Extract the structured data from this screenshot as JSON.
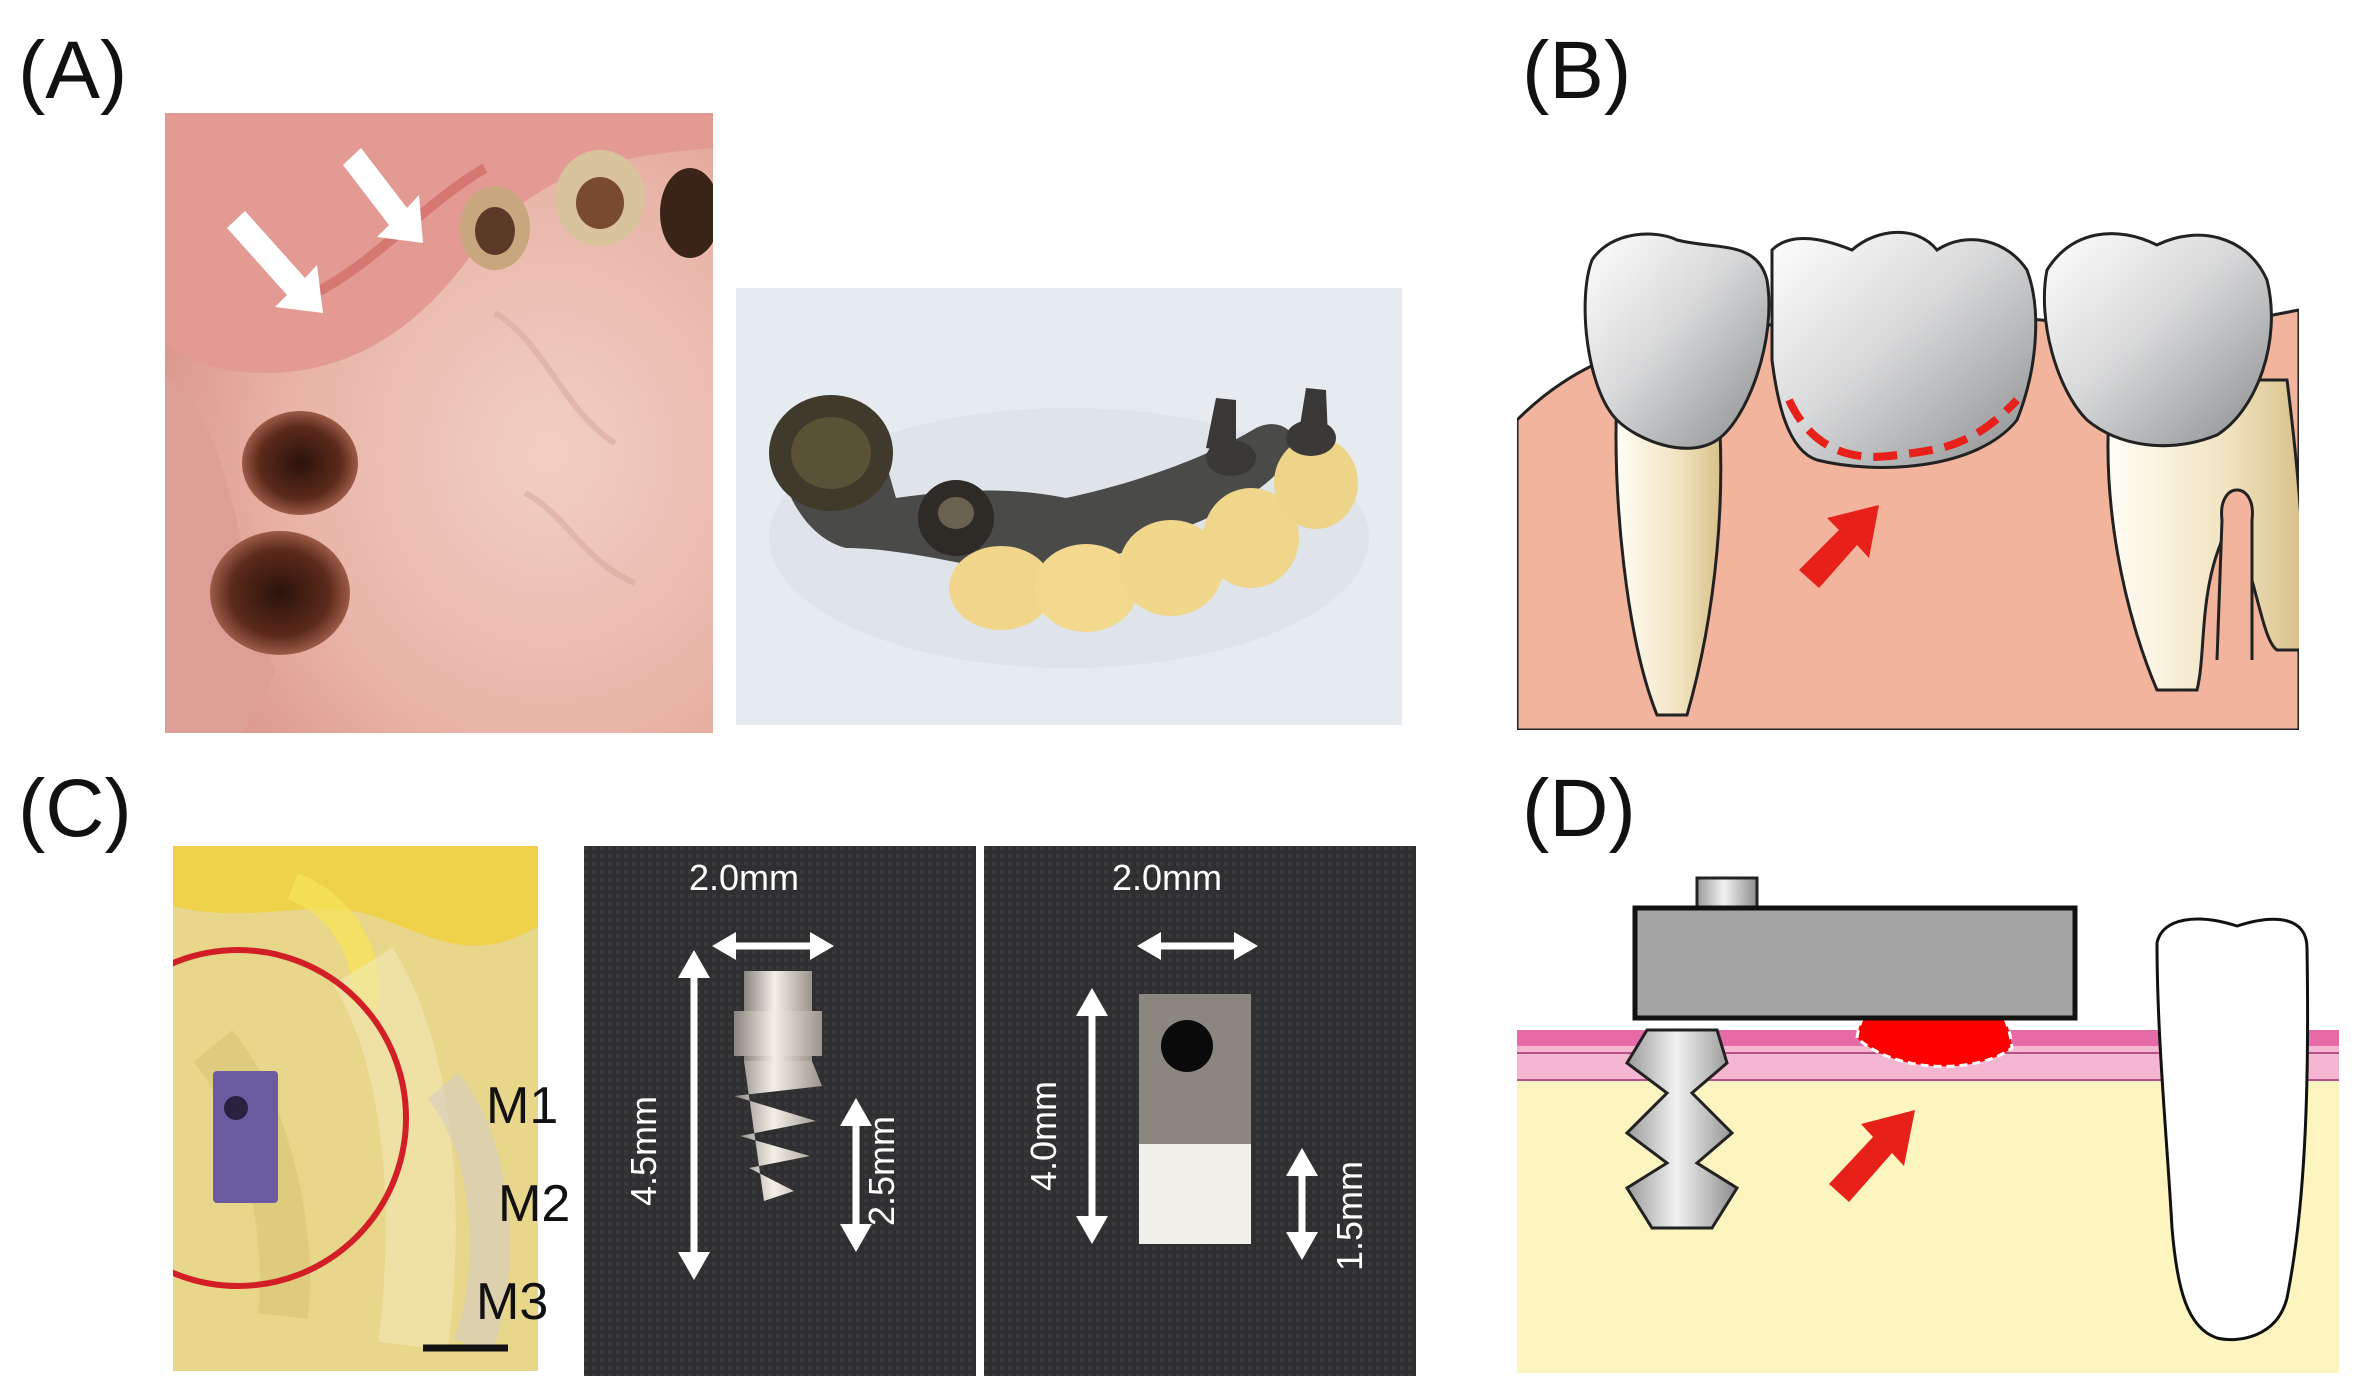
{
  "panels": {
    "a": {
      "label": "(A)"
    },
    "b": {
      "label": "(B)"
    },
    "c": {
      "label": "(C)"
    },
    "d": {
      "label": "(D)"
    }
  },
  "panel_c": {
    "molar_labels": [
      "M1",
      "M2",
      "M3"
    ],
    "screw": {
      "width": "2.0mm",
      "length": "4.5mm",
      "thread": "2.5mm"
    },
    "plate": {
      "width": "2.0mm",
      "length": "4.0mm",
      "lower": "1.5mm"
    }
  },
  "colors": {
    "gingiva": "#f2b49c",
    "indicator_red": "#e8201a",
    "tissue_yellow": "#fdf5c0",
    "mucosa_pink": "#e56aa6"
  }
}
